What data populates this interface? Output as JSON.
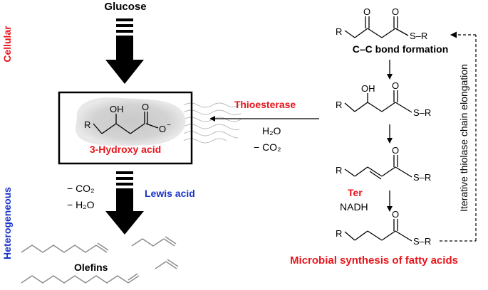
{
  "top": {
    "glucose": "Glucose"
  },
  "left": {
    "cellular": "Cellular",
    "heterogeneous": "Heterogeneous"
  },
  "box": {
    "label": "3-Hydroxy acid",
    "oh": "OH",
    "r": "R",
    "o": "O",
    "o_minus": "O",
    "charge": "−"
  },
  "conditions_left": {
    "co2": "− CO₂",
    "h2o": "− H₂O"
  },
  "catalyst": {
    "lewis_acid": "Lewis acid"
  },
  "products": {
    "olefins": "Olefins"
  },
  "middle": {
    "thioesterase": "Thioesterase",
    "h2o": "H₂O",
    "co2": "− CO₂"
  },
  "cycle": {
    "cc_bond": "C–C bond formation",
    "ter": "Ter",
    "nadh": "NADH",
    "oh": "OH",
    "r": "R",
    "o": "O",
    "s_r": "S–R",
    "elongation": "Iterative thiolase chain elongation",
    "title": "Microbial synthesis of fatty acids"
  },
  "colors": {
    "red": "#e8141b",
    "blue": "#1a33c8",
    "black": "#000000",
    "gray": "#8a8a8a"
  }
}
